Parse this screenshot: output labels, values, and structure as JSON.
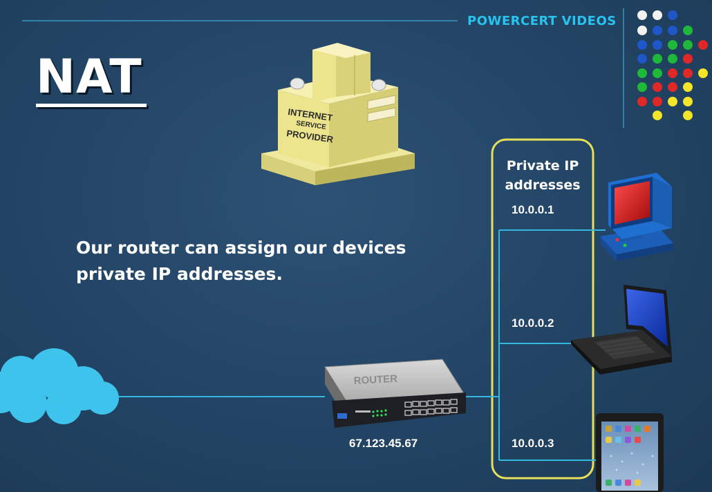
{
  "title": "NAT",
  "brand": "POWERCERT VIDEOS",
  "caption": "Our router can assign our devices private IP addresses.",
  "isp": {
    "line1": "INTERNET",
    "line2": "SERVICE",
    "line3": "PROVIDER"
  },
  "router": {
    "label": "ROUTER",
    "public_ip": "67.123.45.67"
  },
  "private_box": {
    "title_line1": "Private IP",
    "title_line2": "addresses",
    "devices": [
      {
        "ip": "10.0.0.1",
        "device": "desktop-computer"
      },
      {
        "ip": "10.0.0.2",
        "device": "laptop"
      },
      {
        "ip": "10.0.0.3",
        "device": "tablet"
      }
    ]
  },
  "colors": {
    "background": "#244667",
    "line": "#35b8df",
    "box_border": "#e6e05a",
    "cloud": "#3ec3ec",
    "isp": "#e8e28c",
    "brand": "#27c4f0"
  },
  "icons": [
    "cloud-icon",
    "router-icon",
    "isp-building-icon",
    "desktop-icon",
    "laptop-icon",
    "tablet-icon"
  ]
}
